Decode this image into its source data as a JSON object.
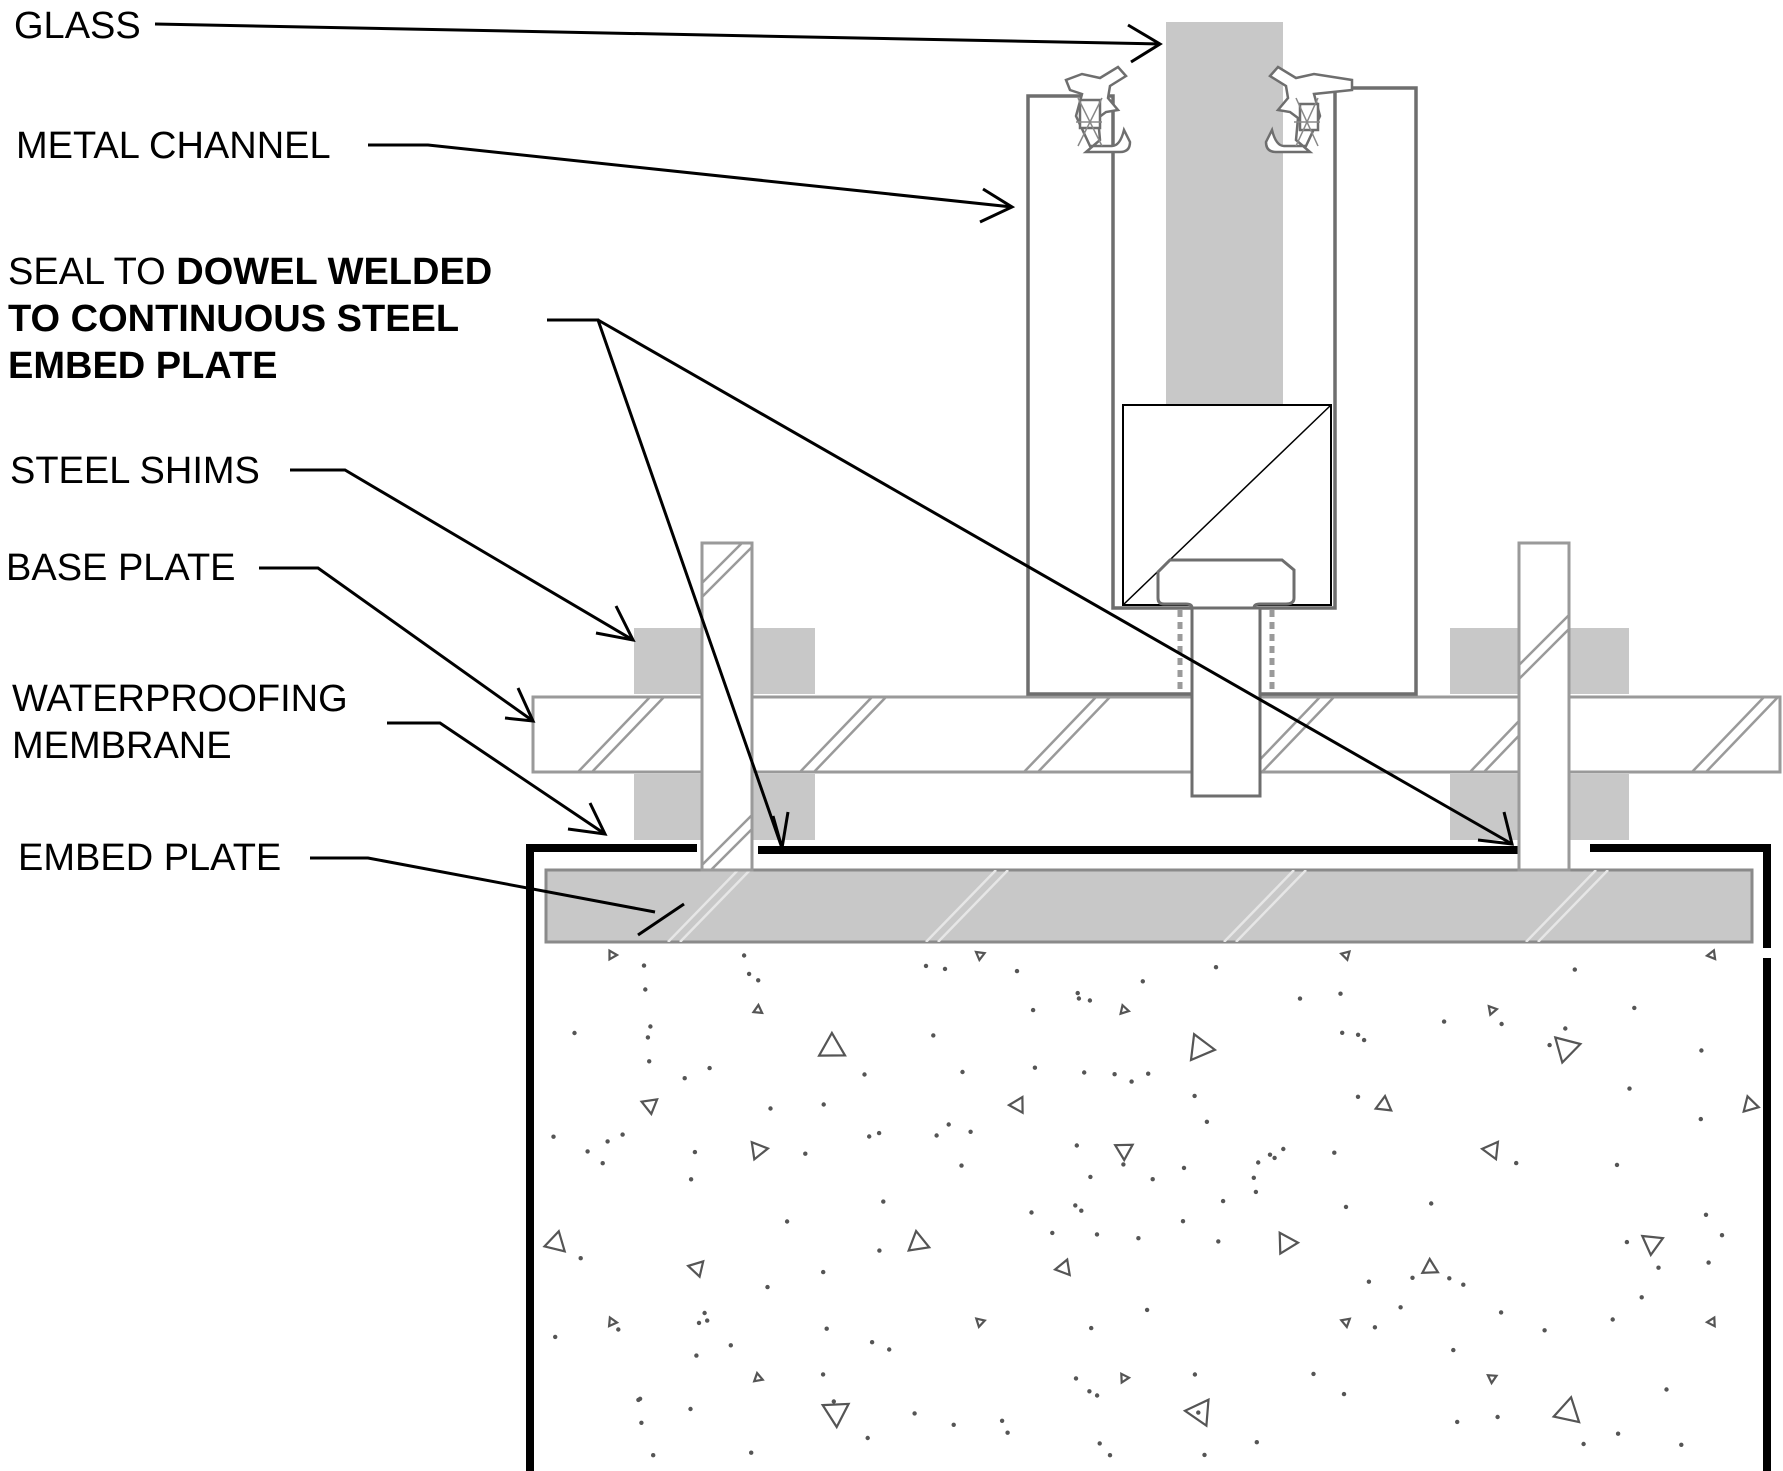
{
  "labels": {
    "glass": "GLASS",
    "metal_channel": "METAL CHANNEL",
    "seal_prefix": "SEAL TO ",
    "seal_bold_1": "DOWEL WELDED",
    "seal_bold_2": "TO CONTINUOUS STEEL",
    "seal_bold_3": "EMBED PLATE",
    "steel_shims": "STEEL SHIMS",
    "base_plate": "BASE PLATE",
    "waterproofing_1": "WATERPROOFING",
    "waterproofing_2": "MEMBRANE",
    "embed_plate": "EMBED PLATE"
  },
  "colors": {
    "line": "#000000",
    "gray_fill": "#c8c8c8",
    "outline_gray": "#6e6e6e",
    "light_outline": "#9a9a9a"
  }
}
